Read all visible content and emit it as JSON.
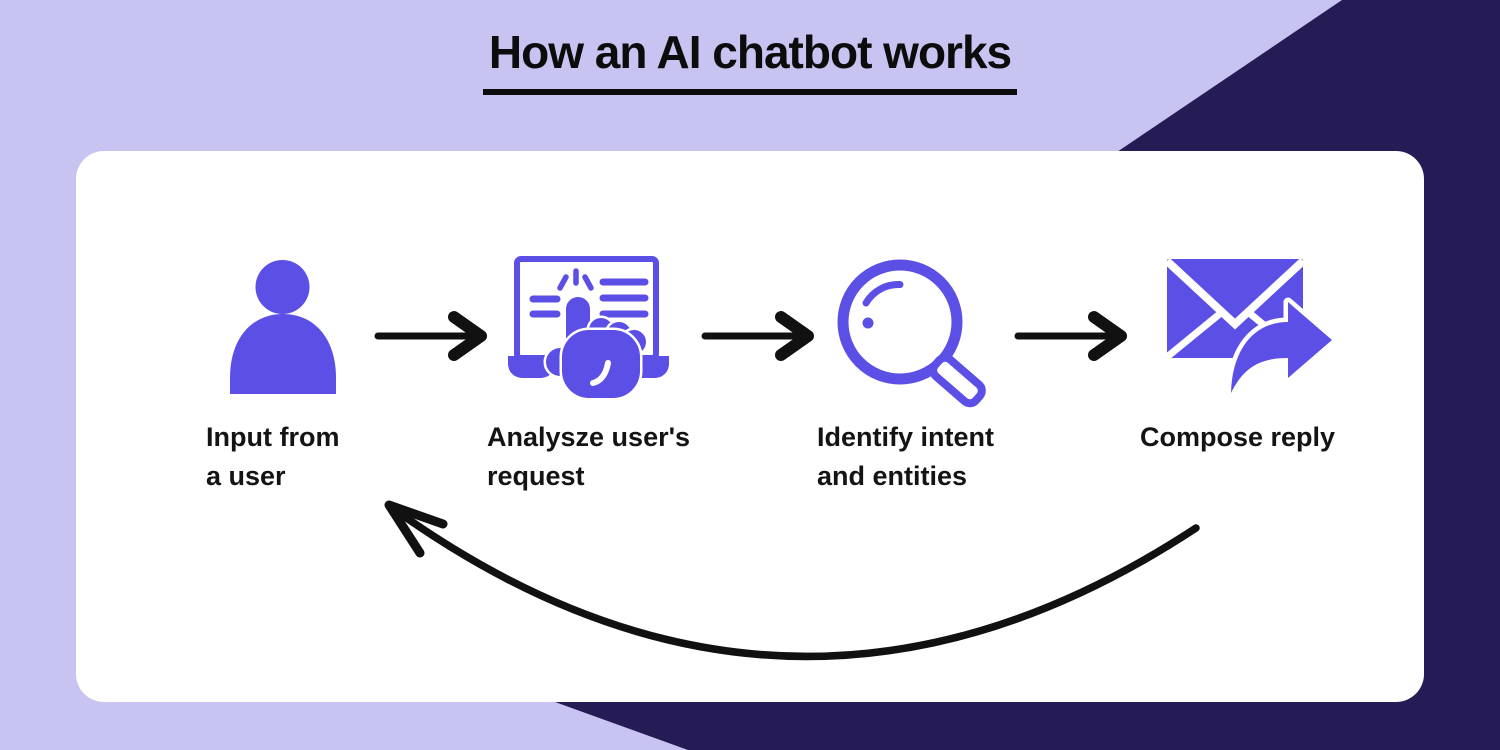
{
  "title": {
    "text": "How an AI chatbot works"
  },
  "steps": [
    {
      "label": "Input from\na user",
      "icon": "user-icon"
    },
    {
      "label": "Analysze user's\nrequest",
      "icon": "click-laptop-icon"
    },
    {
      "label": "Identify intent\nand entities",
      "icon": "magnifier-icon"
    },
    {
      "label": "Compose reply",
      "icon": "envelope-forward-icon"
    }
  ],
  "flow": {
    "forward_arrow_count": 3,
    "loop_arrow": "from Compose reply back to Input from a user"
  },
  "colors": {
    "lavender": "#C8C4F2",
    "navy": "#251C55",
    "purple": "#5B4FE6",
    "ink": "#0C0C0C",
    "card": "#FFFFFF",
    "arrow": "#111111"
  }
}
